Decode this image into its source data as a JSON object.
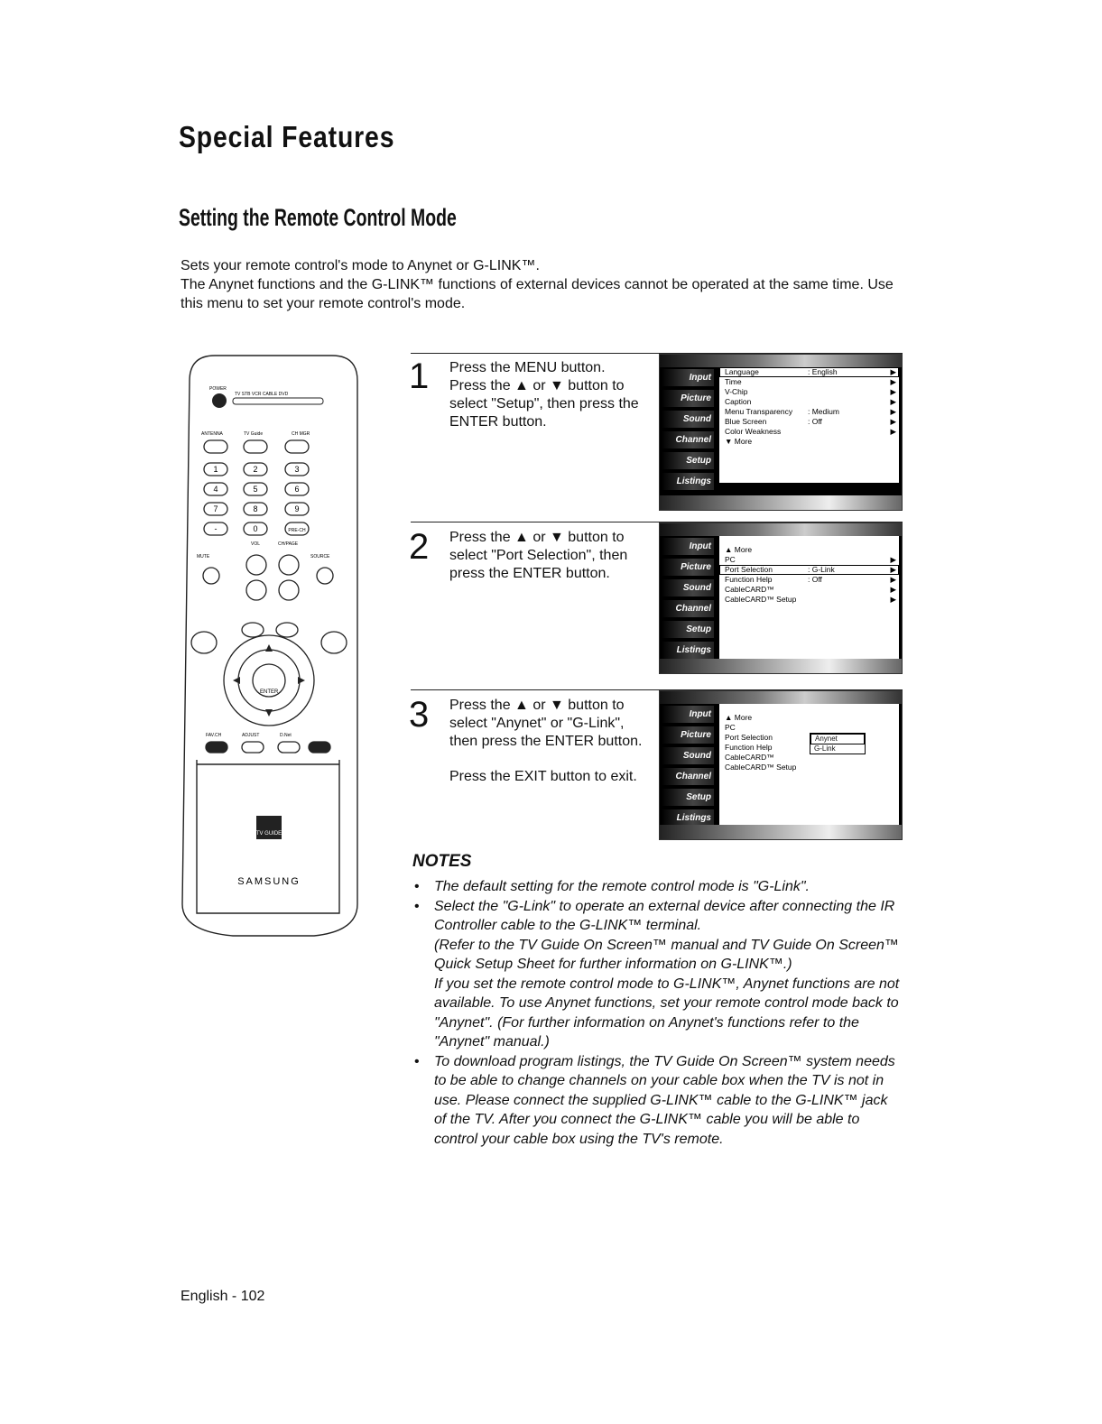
{
  "page": {
    "section_title": "Special Features",
    "subtitle": "Setting the Remote Control Mode",
    "intro_line1": "Sets your remote control's mode to Anynet or G-LINK™.",
    "intro_line2": "The Anynet functions and the G-LINK™ functions of external devices cannot be operated at the same time. Use this menu to set your remote control's mode.",
    "footer": "English - 102"
  },
  "remote": {
    "power": "POWER",
    "modes": "TV  STB  VCR  CABLE  DVD",
    "antenna": "ANTENNA",
    "tvguide": "TV Guide",
    "channel": "CH MGR",
    "digits": [
      "1",
      "2",
      "3",
      "4",
      "5",
      "6",
      "7",
      "8",
      "9",
      "-",
      "0",
      "PRE-CH"
    ],
    "vol": "VOL",
    "ch": "CH/PAGE",
    "mute": "MUTE",
    "source": "SOURCE",
    "enter": "ENTER",
    "favch": "FAV.CH",
    "adjust": "ADJUST",
    "dnet": "D.Net",
    "logo": "TV GUIDE",
    "brand": "SAMSUNG"
  },
  "osd_tabs": [
    "Input",
    "Picture",
    "Sound",
    "Channel",
    "Setup",
    "Listings"
  ],
  "steps": [
    {
      "number": "1",
      "lines": [
        "Press the MENU button.",
        "Press the ▲ or ▼ button to select \"Setup\", then press the ENTER button."
      ],
      "menu": [
        {
          "label": "Language",
          "value": ": English",
          "arrow": "▶",
          "selected": true
        },
        {
          "label": "Time",
          "value": "",
          "arrow": "▶"
        },
        {
          "label": "V-Chip",
          "value": "",
          "arrow": "▶"
        },
        {
          "label": "Caption",
          "value": "",
          "arrow": "▶"
        },
        {
          "label": "Menu Transparency",
          "value": ": Medium",
          "arrow": "▶"
        },
        {
          "label": "Blue Screen",
          "value": ": Off",
          "arrow": "▶"
        },
        {
          "label": "Color Weakness",
          "value": "",
          "arrow": "▶"
        },
        {
          "label": "▼ More",
          "value": "",
          "arrow": ""
        }
      ]
    },
    {
      "number": "2",
      "lines": [
        "Press the ▲ or ▼ button to select \"Port Selection\", then press the ENTER button."
      ],
      "menu": [
        {
          "label": "▲ More",
          "value": "",
          "arrow": ""
        },
        {
          "label": "PC",
          "value": "",
          "arrow": "▶"
        },
        {
          "label": "Port Selection",
          "value": ": G-Link",
          "arrow": "▶",
          "selected": true
        },
        {
          "label": "Function Help",
          "value": ": Off",
          "arrow": "▶"
        },
        {
          "label": "CableCARD™",
          "value": "",
          "arrow": "▶"
        },
        {
          "label": "CableCARD™ Setup",
          "value": "",
          "arrow": "▶"
        }
      ]
    },
    {
      "number": "3",
      "lines": [
        "Press the ▲ or ▼ button to select \"Anynet\" or \"G-Link\", then press the ENTER button.",
        "Press the EXIT button to exit."
      ],
      "menu": [
        {
          "label": "▲ More",
          "value": "",
          "arrow": ""
        },
        {
          "label": "PC",
          "value": "",
          "arrow": ""
        },
        {
          "label": "Port Selection",
          "value": "",
          "arrow": ""
        },
        {
          "label": "Function Help",
          "value": "",
          "arrow": ""
        },
        {
          "label": "CableCARD™",
          "value": "",
          "arrow": ""
        },
        {
          "label": "CableCARD™ Setup",
          "value": "",
          "arrow": ""
        }
      ],
      "dropdown": [
        "Anynet",
        "G-Link"
      ]
    }
  ],
  "notes": {
    "title": "NOTES",
    "n1": "The default setting for the remote control mode is \"G-Link\".",
    "n2a": "Select the \"G-Link\" to operate an external device after connecting the IR Controller cable to the G-LINK™ terminal.",
    "n2b": "(Refer to the TV Guide On Screen™ manual and TV Guide On Screen™ Quick Setup Sheet for further information on G-LINK™.)",
    "n2c": "If you set the remote control mode to G-LINK™, Anynet functions are not available. To use Anynet functions, set your remote control mode back to \"Anynet\". (For further information on Anynet's functions refer to the \"Anynet\" manual.)",
    "n3": "To download program listings, the TV Guide On Screen™ system needs to be able to change channels on your cable box when the TV is not in use. Please connect the supplied G-LINK™ cable to the G-LINK™ jack of the TV. After you connect the G-LINK™ cable you will be able to control your cable box using the TV's remote."
  }
}
